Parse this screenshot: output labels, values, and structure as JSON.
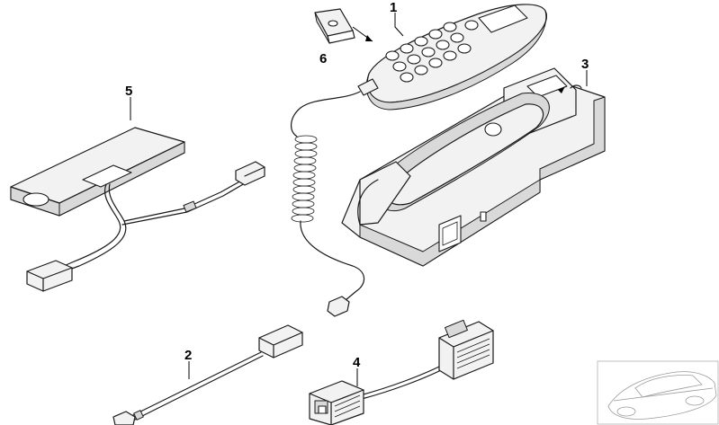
{
  "callouts": [
    {
      "id": "1",
      "label": "1"
    },
    {
      "id": "2",
      "label": "2"
    },
    {
      "id": "3",
      "label": "3"
    },
    {
      "id": "4",
      "label": "4"
    },
    {
      "id": "5",
      "label": "5"
    },
    {
      "id": "6",
      "label": "6"
    }
  ],
  "colors": {
    "line": "#1a1a1a",
    "part_fill": "#f2f2f2",
    "shade_fill": "#d9d9d9",
    "car_outline": "#9a9a9a"
  }
}
